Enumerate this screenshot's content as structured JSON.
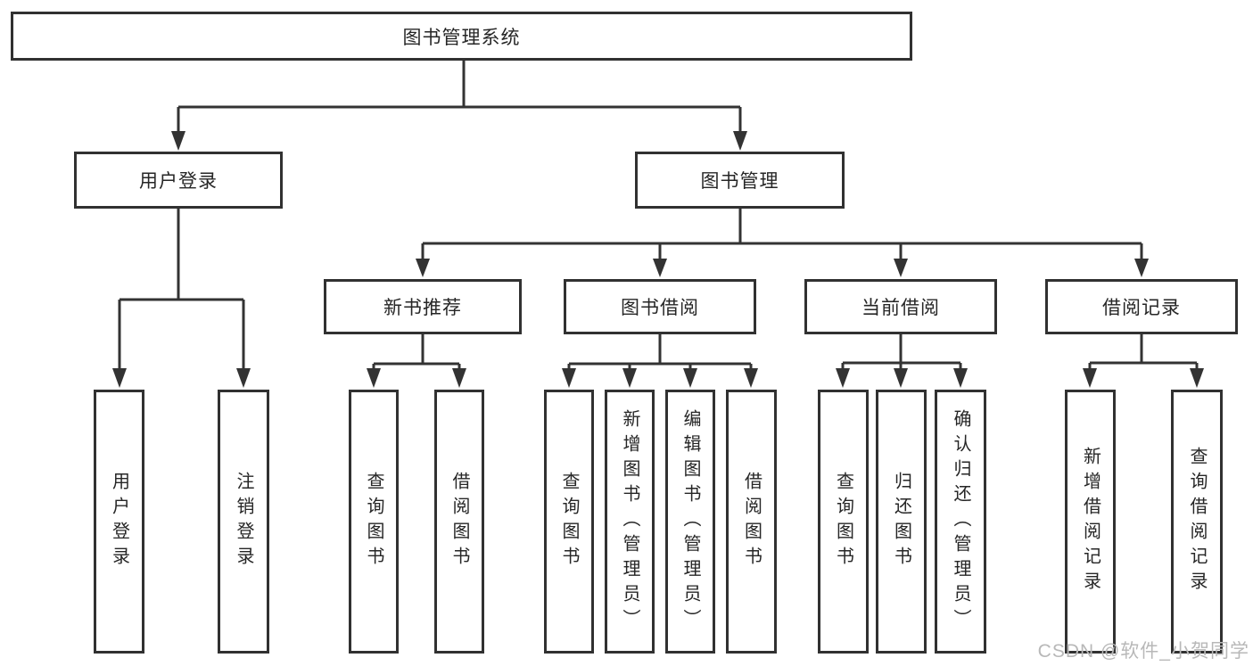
{
  "colors": {
    "background": "#ffffff",
    "line": "#333333",
    "box_border": "#313131",
    "text": "#262626",
    "watermark": "#b8b8b8"
  },
  "watermark": {
    "text": "CSDN @软件_小贺同学"
  },
  "tree": {
    "root": {
      "label": "图书管理系统"
    },
    "branches": [
      {
        "label": "用户登录",
        "children": [
          {
            "label": "用户登录"
          },
          {
            "label": "注销登录"
          }
        ]
      },
      {
        "label": "图书管理",
        "children": [
          {
            "label": "新书推荐",
            "children": [
              {
                "label": "查询图书"
              },
              {
                "label": "借阅图书"
              }
            ]
          },
          {
            "label": "图书借阅",
            "children": [
              {
                "label": "查询图书"
              },
              {
                "label": "新增图书（管理员）"
              },
              {
                "label": "编辑图书（管理员）"
              },
              {
                "label": "借阅图书"
              }
            ]
          },
          {
            "label": "当前借阅",
            "children": [
              {
                "label": "查询图书"
              },
              {
                "label": "归还图书"
              },
              {
                "label": "确认归还（管理员）"
              }
            ]
          },
          {
            "label": "借阅记录",
            "children": [
              {
                "label": "新增借阅记录"
              },
              {
                "label": "查询借阅记录"
              }
            ]
          }
        ]
      }
    ]
  }
}
